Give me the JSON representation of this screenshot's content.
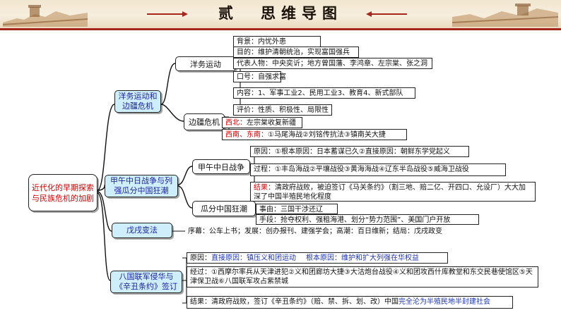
{
  "title": {
    "number": "贰",
    "text": "思维导图"
  },
  "root": {
    "label": "近代化的早期探索与民族危机的加剧"
  },
  "branches": {
    "b1": {
      "label": "洋务运动和边疆危机",
      "sub1": {
        "label": "洋务运动",
        "items": [
          {
            "label": "背景：内忧外患"
          },
          {
            "label": "目的：维护清朝统治，实现富国强兵"
          },
          {
            "label": "代表人物：中央奕䜣；地方曾国藩、李鸿章、左宗棠、张之洞"
          },
          {
            "label": "口号：自强求富"
          },
          {
            "label": "内容：1、军事工业2、民用工业3、教育4、新式部队"
          },
          {
            "label": "评价：性质、积极性、局限性"
          }
        ]
      },
      "sub2": {
        "label": "边疆危机",
        "items": [
          {
            "prefix": "西北：",
            "text": "左宗棠收复新疆"
          },
          {
            "prefix": "西南、东南：",
            "text": "①马尾海战②刘铭传抗法③镇南关大捷"
          }
        ]
      }
    },
    "b2": {
      "label": "甲午中日战争与列强瓜分中国狂潮",
      "sub1": {
        "label": "甲午中日战争",
        "items": [
          {
            "label": "原因：①根本原因：日本蓄谋已久②直接原因：朝鲜东学党起义"
          },
          {
            "label": "过程：①丰岛海战②平壤战役③黄海海战④辽东半岛战役⑤威海卫战役"
          },
          {
            "prefix": "结果：",
            "text": "清政府战败，被迫签订《马关条约》（割三地、赔二亿、开四口、允设厂）大大加深了中国半殖民地化程度"
          }
        ]
      },
      "sub2": {
        "label": "瓜分中国狂潮",
        "items": [
          {
            "label": "事由：三国干涉还辽"
          },
          {
            "label": "手段：抢夺权利、强租海港、划分“势力范围”、美国门户开放"
          }
        ]
      }
    },
    "b3": {
      "label": "戊戌变法",
      "detail": "序幕：公车上书；发展：创办报刊、建强学会；高潮：百日维新；结局：戊戌政变"
    },
    "b4": {
      "label": "八国联军侵华与《辛丑条约》签订",
      "cause": {
        "prefix": "原因：",
        "direct": "直接原因：镇压义和团运动",
        "root": "根本原因：维护和扩大列强在华权益"
      },
      "process": "经过：①西摩尔率兵从天津进犯②义和团廊坊大捷③大沽炮台战役④义和团攻西什库教堂和东交民巷使馆区⑤天津保卫战⑥八国联军攻占紫禁城",
      "result": {
        "prefix": "结果：清政府战败，签订《辛丑条约》（赔、禁、拆、划、改）中国",
        "highlight": "完全沦为半殖民地半封建社会"
      }
    }
  }
}
